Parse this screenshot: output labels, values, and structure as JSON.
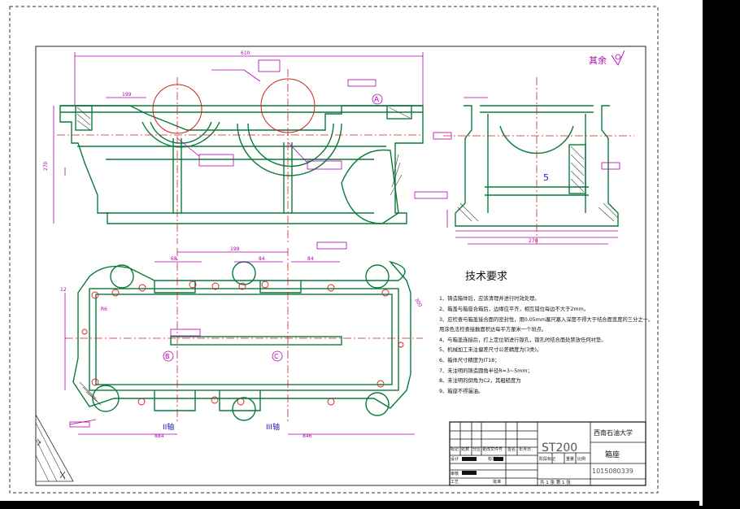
{
  "drawing": {
    "tech_title": "技术要求",
    "surface_mark": "其余",
    "datum_a": "A",
    "datum_b": "B",
    "datum_c": "C",
    "axis_2": "II轴",
    "axis_3": "III轴",
    "section_5": "5",
    "notes": [
      "1、铸造箱体后，应该清理并进行时效处理。",
      "2、箱盖与箱座合箱后，边缘应平齐，相互错位每边不大于2mm。",
      "3、应检查与箱盖接合面的密封性，用0.05mm塞尺塞入深度不得大于结合面宽度的三分之一。",
      "   用涂色法检查接触面积达每平方厘米一个斑点。",
      "4、与箱盖连接后，打上定位销进行镗孔，镗孔时结合面处禁放任何衬垫。",
      "5、机械加工未注偏差尺寸公差精度为(3类)。",
      "6、箱体尺寸精度为IT18；",
      "7、未注明的铸造圆角半径R=3~5mm；",
      "8、未注明的倒角为C2，其粗糙度为",
      "9、箱座不得漏油。"
    ],
    "dims": {
      "top_overall": "610",
      "top_left": "199",
      "height_left": "270",
      "side_bottom": "270",
      "plan_top": "199",
      "plan_68": "68",
      "plan_84a": "84",
      "plan_84b": "84",
      "plan_bottom_l": "884",
      "plan_bottom_r": "846",
      "plan_r6": "R6",
      "plan_12": "12",
      "plan_300": "300"
    },
    "title_block": {
      "university": "西南石油大学",
      "part_code": "ST200",
      "part_name": "箱座",
      "drawing_no": "1015080339",
      "sheet": "共 1 张  第 1 张",
      "scale_label": "比例",
      "row_labels": [
        "标记",
        "处数",
        "分区",
        "更改文件号",
        "签名",
        "年月日"
      ],
      "sign_labels": [
        "设计",
        "审核",
        "工艺",
        "标准化",
        "批准"
      ],
      "stage_labels": [
        "阶段标记",
        "重量",
        "比例"
      ]
    }
  }
}
